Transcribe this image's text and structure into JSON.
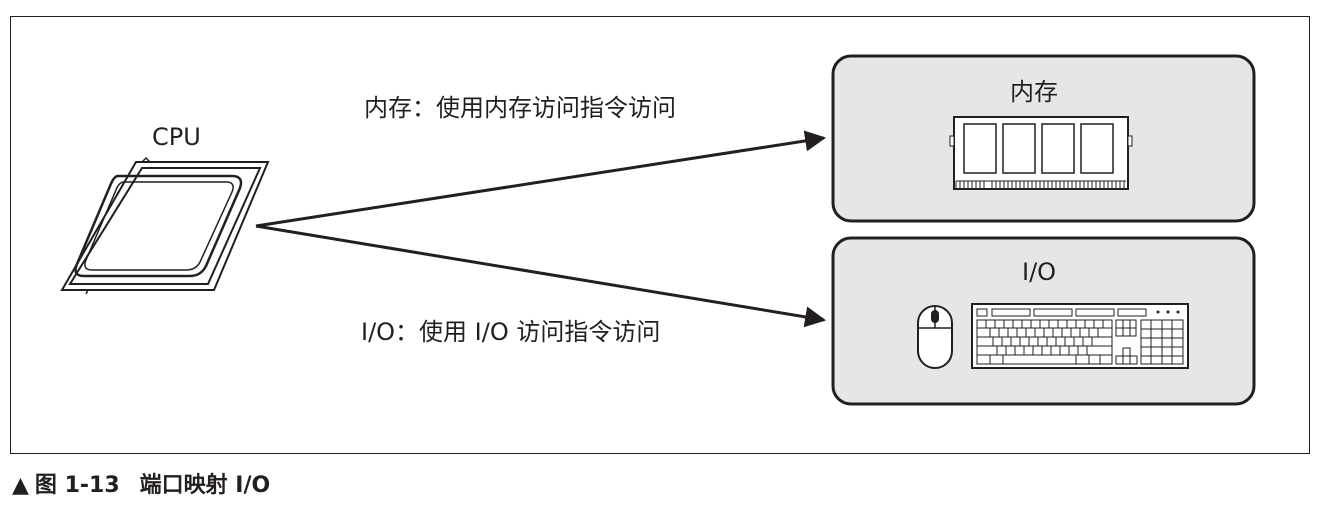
{
  "cpu": {
    "label": "CPU"
  },
  "memory_box": {
    "title": "内存"
  },
  "io_box": {
    "title": "I/O"
  },
  "arrows": {
    "memory_label": "内存：使用内存访问指令访问",
    "io_label": "I/O：使用 I/O 访问指令访问"
  },
  "caption": {
    "marker": "▲",
    "figure_number": "图 1-13",
    "title": "端口映射 I/O"
  },
  "colors": {
    "box_fill": "#e6e6e7",
    "stroke": "#231f20",
    "background": "#ffffff"
  }
}
